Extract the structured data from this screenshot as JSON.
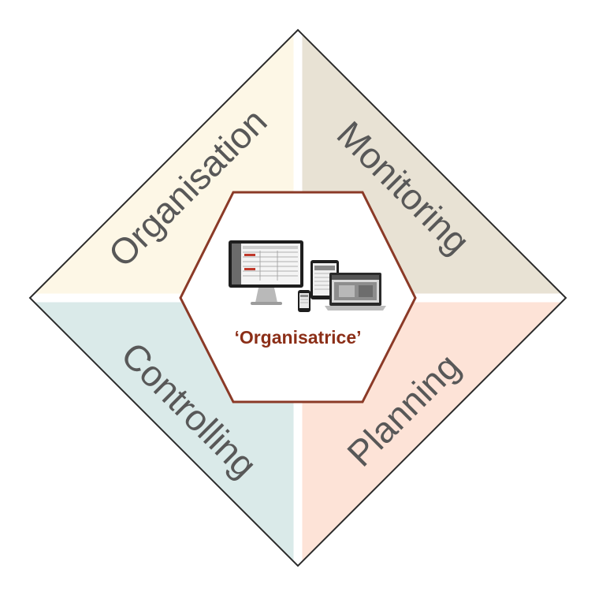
{
  "diagram": {
    "quadrants": [
      {
        "id": "top-left",
        "label": "Organisation",
        "color": "#fdf7e6"
      },
      {
        "id": "top-right",
        "label": "Monitoring",
        "color": "#e8e2d4"
      },
      {
        "id": "bottom-left",
        "label": "Controlling",
        "color": "#daeae9"
      },
      {
        "id": "bottom-right",
        "label": "Planning",
        "color": "#fde3d7"
      }
    ],
    "center": {
      "label": "‘Organisatrice’",
      "label_color": "#8b2e17",
      "border_color": "#8b3a27",
      "icon": "multi-device-icon"
    },
    "outline_color": "#2b2b2b"
  }
}
